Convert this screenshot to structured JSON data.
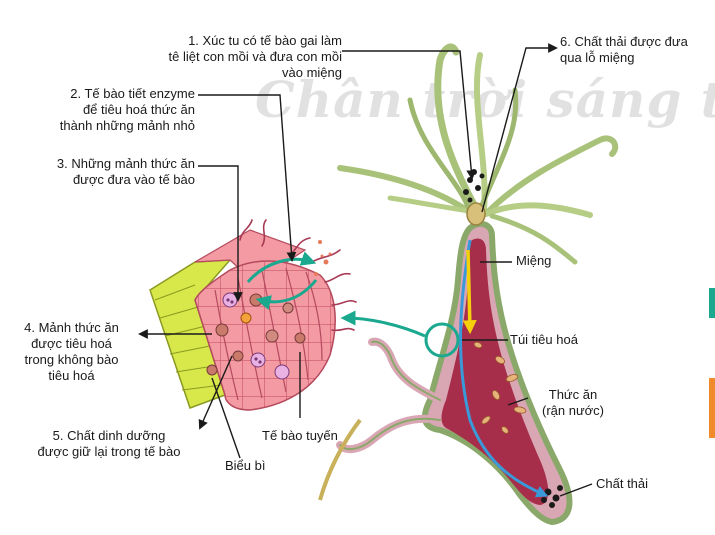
{
  "watermark": "Chân trời sáng tạo",
  "labels": {
    "l1": [
      "1. Xúc tu có tế bào gai làm",
      "tê liệt con mồi và đưa con mồi",
      "vào miệng"
    ],
    "l2": [
      "2. Tế bào tiết enzyme",
      "để tiêu hoá thức ăn",
      "thành những mảnh nhỏ"
    ],
    "l3": [
      "3. Những mảnh thức ăn",
      "được đưa vào tế bào"
    ],
    "l4": [
      "4. Mảnh thức ăn",
      "được tiêu hoá",
      "trong không bào",
      "tiêu hoá"
    ],
    "l5": [
      "5. Chất dinh dưỡng",
      "được giữ lại trong tế bào"
    ],
    "l6": [
      "6. Chất thải được đưa",
      "qua lỗ miệng"
    ],
    "mieng": "Miệng",
    "tui": "Túi tiêu hoá",
    "thucan": [
      "Thức ăn",
      "(rận nước)"
    ],
    "chatthai": "Chất thải",
    "tebaotuyen": "Tế bào tuyến",
    "bieubi": "Biểu bì"
  },
  "colors": {
    "hydra_green": "#a9c27a",
    "gut": "#a72e4a",
    "tissue_pink": "#f08f98",
    "epidermis_yellow": "#d8e84a",
    "arrow_teal": "#1aa88f",
    "arrow_blue": "#3a9ad9",
    "arrow_yellow": "#f4d10a",
    "pointer": "#1a1a1a"
  }
}
